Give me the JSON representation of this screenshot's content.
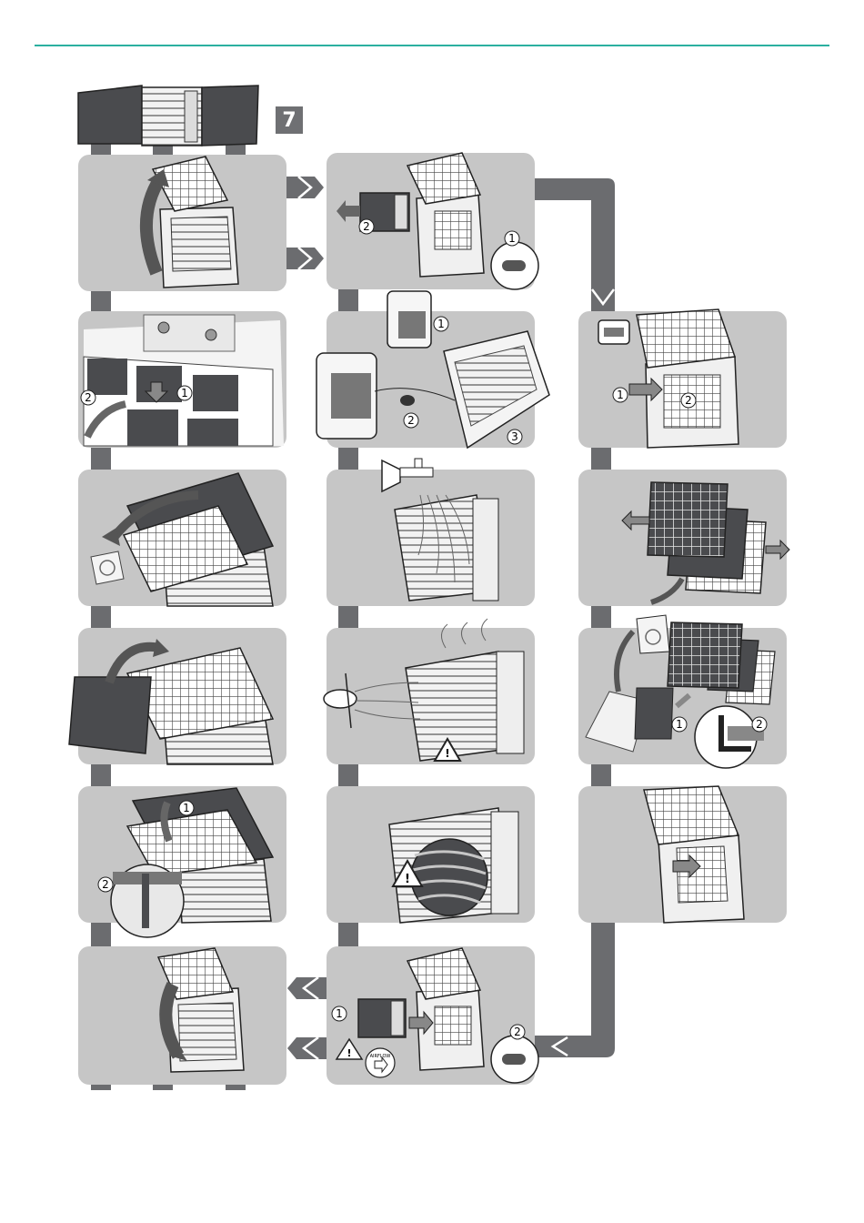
{
  "step": {
    "number": "7"
  },
  "callouts": {
    "one": "1",
    "two": "2",
    "three": "3"
  },
  "labels": {
    "airflow": "AIRFLOW"
  },
  "colors": {
    "panel": "#c6c6c6",
    "connector": "#6b6c6f",
    "accent_line": "#2bb0a0",
    "dark_filter": "#4a4b4e"
  }
}
